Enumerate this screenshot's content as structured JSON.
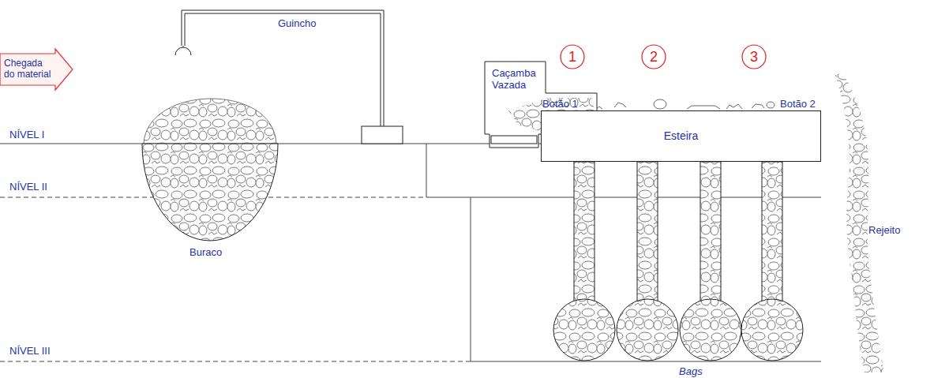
{
  "diagram": {
    "nodes": [
      {
        "text": [
          "Chegada do material"
        ]
      },
      {
        "text": [
          "Caçamba Vazada"
        ]
      },
      {
        "text": [
          "Esteira"
        ]
      },
      {
        "text": [
          "1"
        ]
      },
      {
        "text": [
          "2"
        ]
      },
      {
        "text": [
          "3"
        ]
      }
    ],
    "labels": [
      "Guincho",
      "NÍVEL I",
      "NÍVEL II",
      "NÍVEL III",
      "Buraco",
      "Botão 1",
      "Botão 2",
      "Bags",
      "Rejeito"
    ]
  }
}
